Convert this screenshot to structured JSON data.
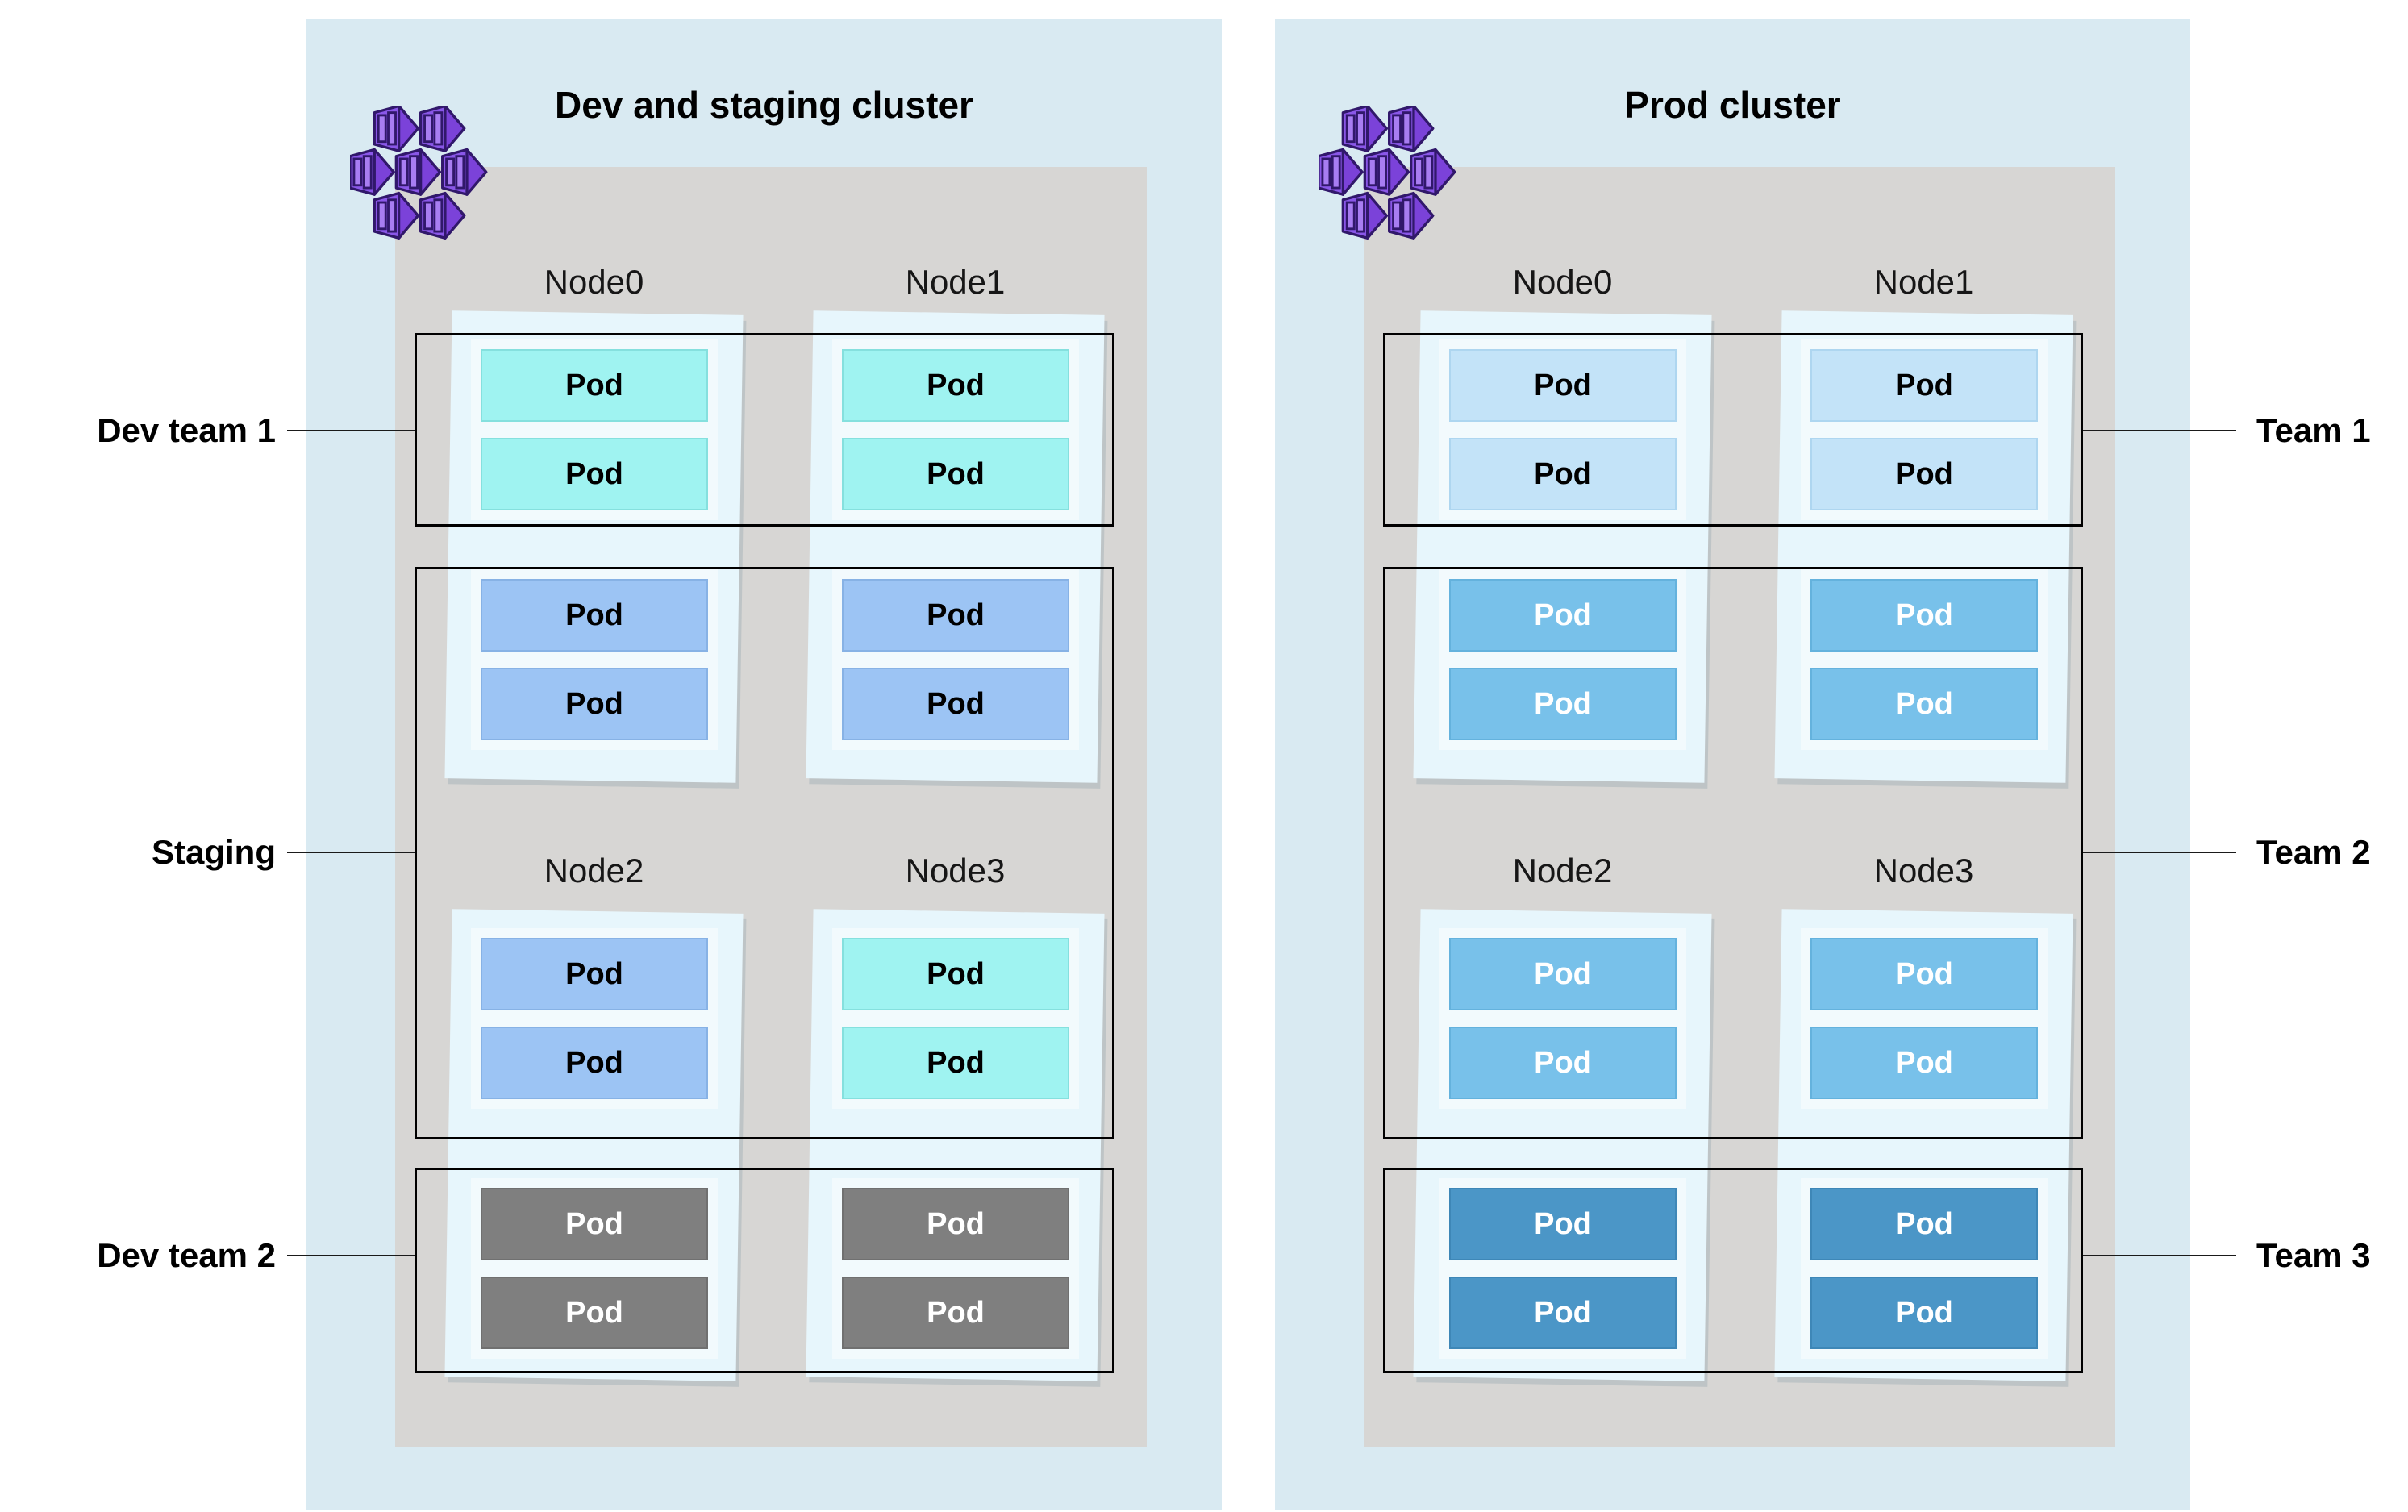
{
  "pod_label": "Pod",
  "left_cluster": {
    "title": "Dev and staging cluster",
    "nodes": {
      "n0": "Node0",
      "n1": "Node1",
      "n2": "Node2",
      "n3": "Node3"
    },
    "teams": {
      "t1": "Dev team 1",
      "t2": "Staging",
      "t3": "Dev team 2"
    }
  },
  "right_cluster": {
    "title": "Prod cluster",
    "nodes": {
      "n0": "Node0",
      "n1": "Node1",
      "n2": "Node2",
      "n3": "Node3"
    },
    "teams": {
      "t1": "Team 1",
      "t2": "Team 2",
      "t3": "Team 3"
    }
  },
  "icons": {
    "cluster_logo": "aks-containers-hexagon-icon"
  },
  "colors": {
    "cluster_background": "#d9eaf2",
    "node_pool_background": "#d7d6d4",
    "node_column_background": "#e7f6fc",
    "pod_dev_team1": "#9ff3f1",
    "pod_staging": "#9cc4f4",
    "pod_dev_team2": "#7f7f7f",
    "pod_prod_team1": "#c3e3f8",
    "pod_prod_team2": "#78c1ea",
    "pod_prod_team3": "#4b96c7",
    "team_box_border": "#000000",
    "aks_icon_purple": "#8a57e8"
  }
}
